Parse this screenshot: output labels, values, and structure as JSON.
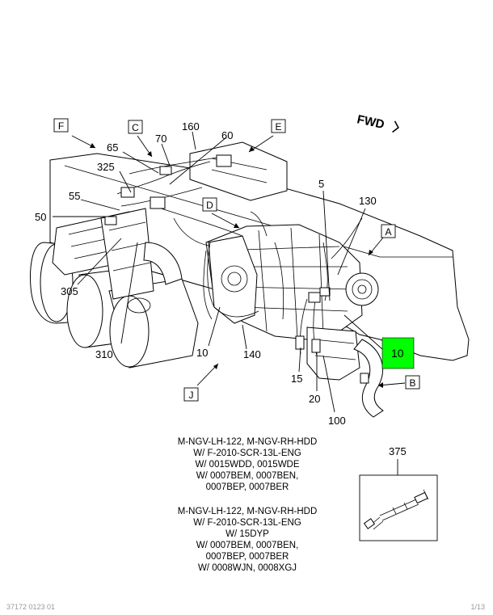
{
  "fwd_label": "FWD",
  "location_boxes": [
    {
      "letter": "F"
    },
    {
      "letter": "C"
    },
    {
      "letter": "E"
    },
    {
      "letter": "D"
    },
    {
      "letter": "A"
    },
    {
      "letter": "B"
    },
    {
      "letter": "J"
    }
  ],
  "callouts": [
    {
      "label": "160"
    },
    {
      "label": "70"
    },
    {
      "label": "60"
    },
    {
      "label": "65"
    },
    {
      "label": "325"
    },
    {
      "label": "55"
    },
    {
      "label": "50"
    },
    {
      "label": "305"
    },
    {
      "label": "310"
    },
    {
      "label": "10"
    },
    {
      "label": "140"
    },
    {
      "label": "5"
    },
    {
      "label": "130"
    },
    {
      "label": "15"
    },
    {
      "label": "20"
    },
    {
      "label": "100"
    },
    {
      "label": "375"
    }
  ],
  "highlight_callout": {
    "label": "10",
    "color": "#00ff00"
  },
  "notes": [
    {
      "lines": [
        "M-NGV-LH-122, M-NGV-RH-HDD",
        "W/ F-2010-SCR-13L-ENG",
        "W/ 0015WDD, 0015WDE",
        "W/ 0007BEM, 0007BEN,",
        "0007BEP, 0007BER"
      ]
    },
    {
      "lines": [
        "M-NGV-LH-122, M-NGV-RH-HDD",
        "W/ F-2010-SCR-13L-ENG",
        "W/ 15DYP",
        "W/ 0007BEM, 0007BEN,",
        "0007BEP, 0007BER",
        "W/ 0008WJN, 0008XGJ"
      ]
    }
  ],
  "footer": {
    "left": "37172 0123 01",
    "right": "1/13"
  }
}
